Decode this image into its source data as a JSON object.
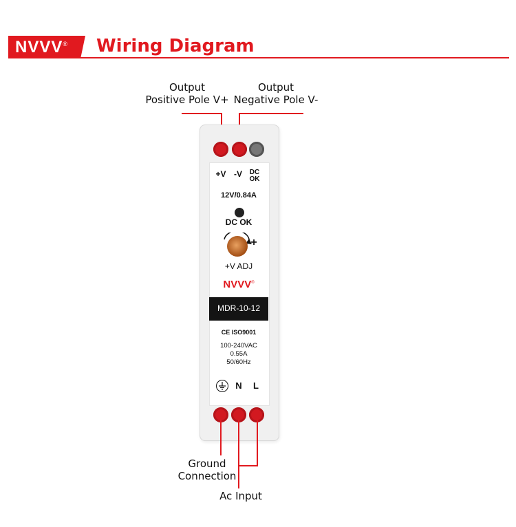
{
  "header": {
    "brand": "NVVV",
    "brand_mark": "®",
    "title": "Wiring Diagram"
  },
  "callouts": {
    "out_pos_line1": "Output",
    "out_pos_line2": "Positive Pole V+",
    "out_neg_line1": "Output",
    "out_neg_line2": "Negative Pole V-",
    "ground_line1": "Ground",
    "ground_line2": "Connection",
    "ac_input": "Ac Input"
  },
  "device": {
    "top_terminals": [
      "+V",
      "-V"
    ],
    "dc_ok_top_1": "DC",
    "dc_ok_top_2": "OK",
    "rating": "12V/0.84A",
    "led_label": "DC OK",
    "adj_plus": "+",
    "adj_label": "+V ADJ",
    "brand": "NVVV",
    "brand_mark": "®",
    "model": "MDR-10-12",
    "certs": "CE ISO9001",
    "input_spec_1": "100-240VAC",
    "input_spec_2": "0.55A",
    "input_spec_3": "50/60Hz",
    "bottom_n": "N",
    "bottom_l": "L"
  },
  "colors": {
    "accent": "#e1191f",
    "terminal": "#d21920",
    "model_bar": "#141414"
  }
}
